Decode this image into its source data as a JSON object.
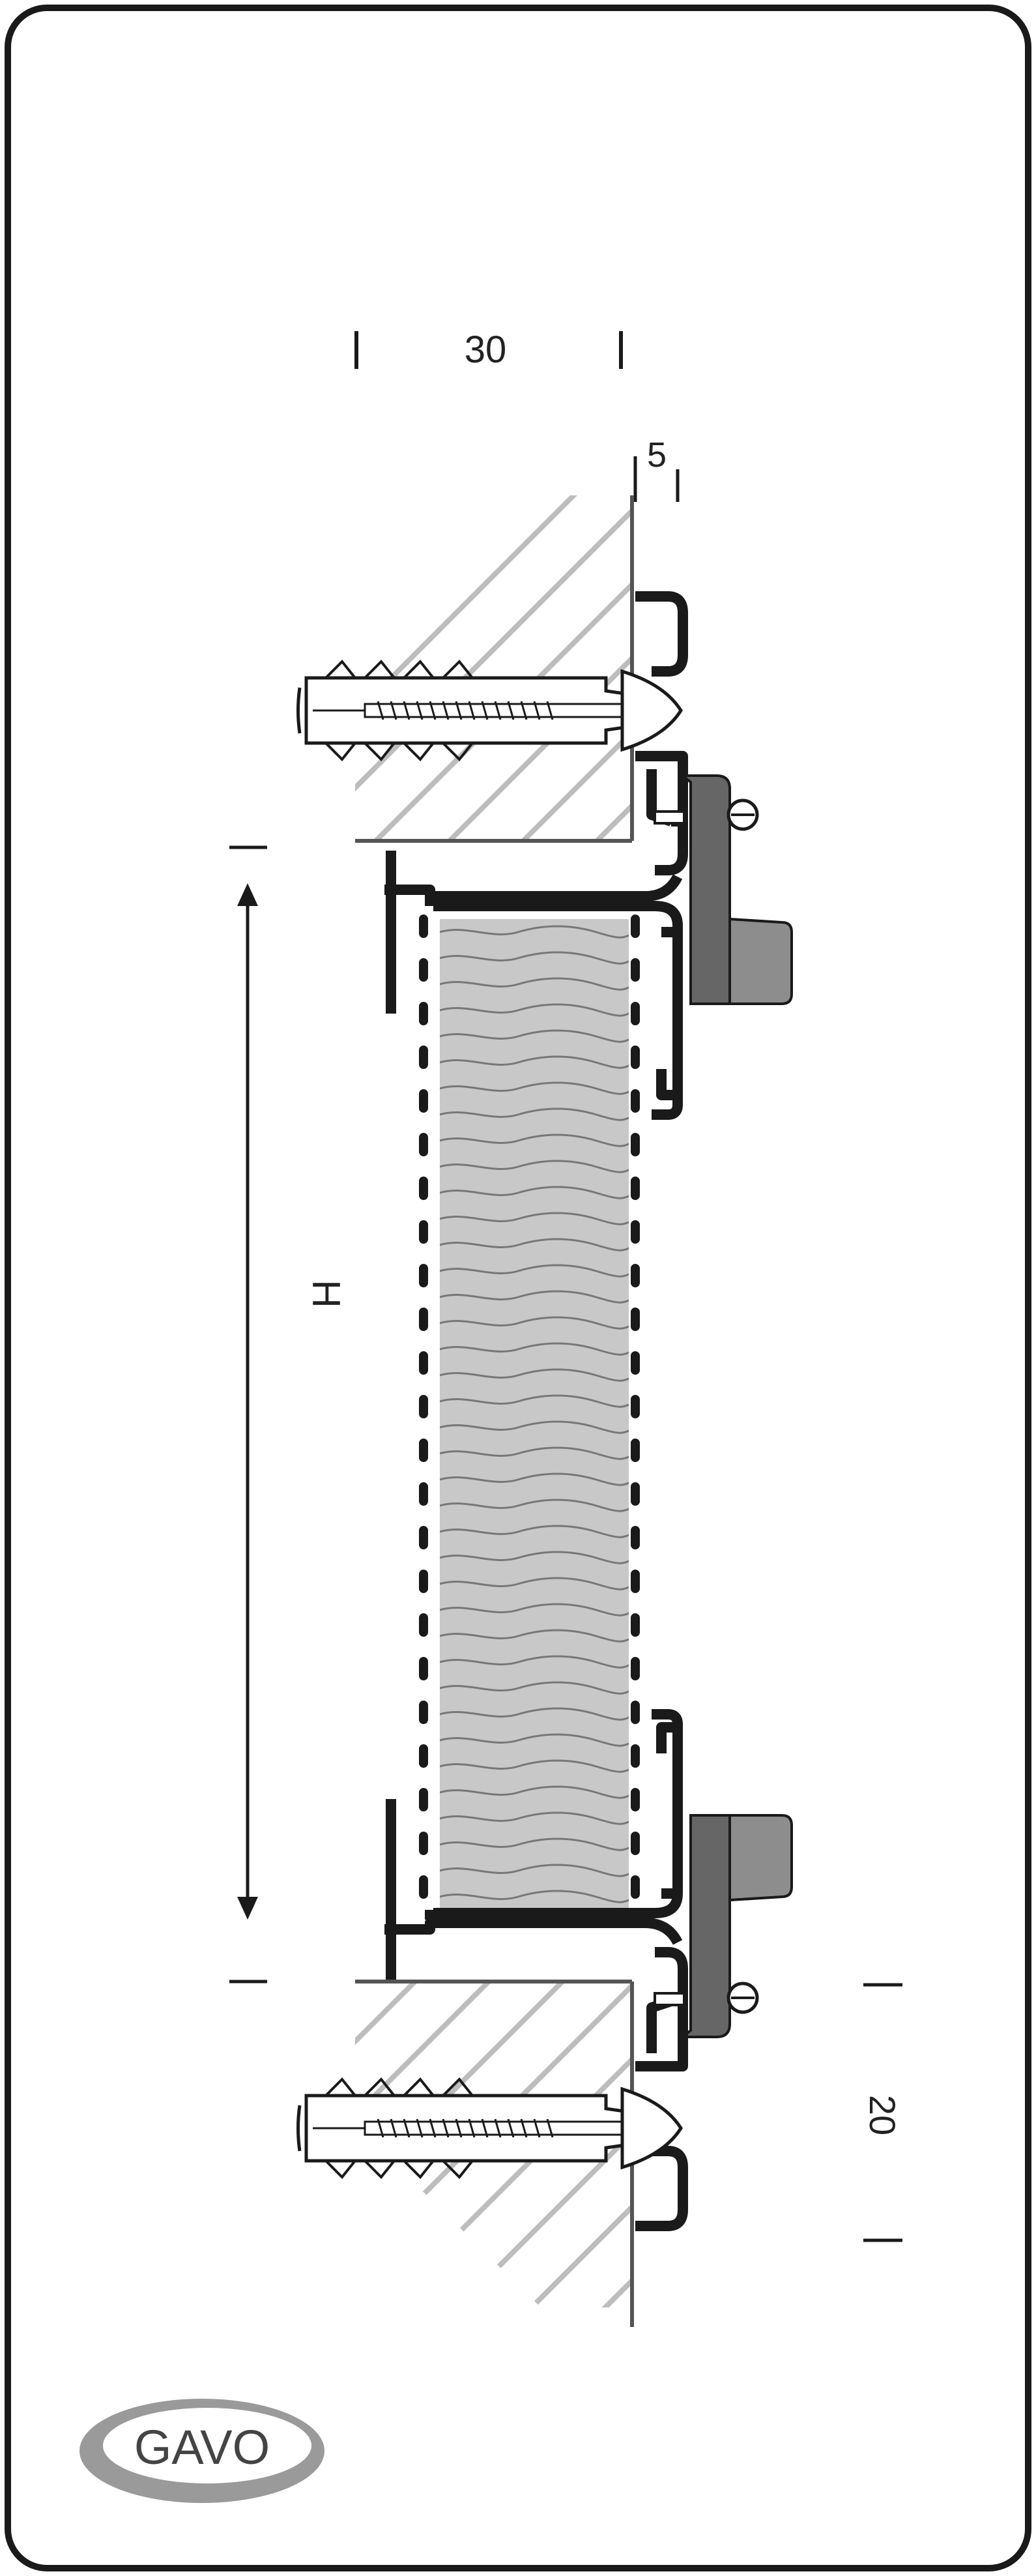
{
  "dimensions": {
    "top_width": "30",
    "gap": "5",
    "height_label": "H",
    "bottom_depth": "20"
  },
  "logo": {
    "text": "GAVO"
  },
  "colors": {
    "border": "#1a1a1a",
    "profile": "#1a1a1a",
    "wall_line": "#555555",
    "hatch": "#bdbdbd",
    "wood_fill": "#c8c8c8",
    "wood_line": "#777777",
    "clip_dark": "#666666",
    "clip_light": "#8d8d8d",
    "logo_gray": "#9a9a9a"
  }
}
